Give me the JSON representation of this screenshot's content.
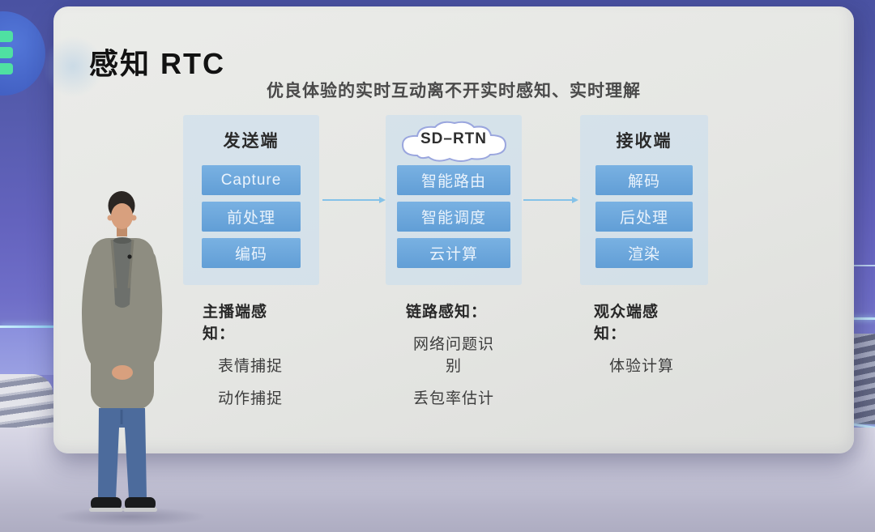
{
  "slide": {
    "title": "感知 RTC",
    "subtitle": "优良体验的实时互动离不开实时感知、实时理解",
    "flow": {
      "sender": {
        "header": "发送端",
        "boxes": [
          "Capture",
          "前处理",
          "编码"
        ]
      },
      "network": {
        "header": "SD–RTN",
        "boxes": [
          "智能路由",
          "智能调度",
          "云计算"
        ]
      },
      "receiver": {
        "header": "接收端",
        "boxes": [
          "解码",
          "后处理",
          "渲染"
        ]
      }
    },
    "notes": [
      {
        "heading": "主播端感知：",
        "items": [
          "表情捕捉",
          "动作捕捉"
        ]
      },
      {
        "heading": "链路感知：",
        "items": [
          "网络问题识别",
          "丢包率估计"
        ]
      },
      {
        "heading": "观众端感知：",
        "items": [
          "体验计算"
        ]
      }
    ]
  },
  "colors": {
    "flow_box_blue": "#6aa7dc",
    "panel_tint": "#d3e4f2",
    "arrow_blue": "#85c2e8",
    "cloud_outline": "#9aa6de",
    "board_surface": "#e5e6e3",
    "wall_blue": "#5a5fb4",
    "floor_lavender": "#c0bfd2",
    "logo_blob_blue": "#4a6fd2",
    "logo_green": "#4fe0a2"
  }
}
